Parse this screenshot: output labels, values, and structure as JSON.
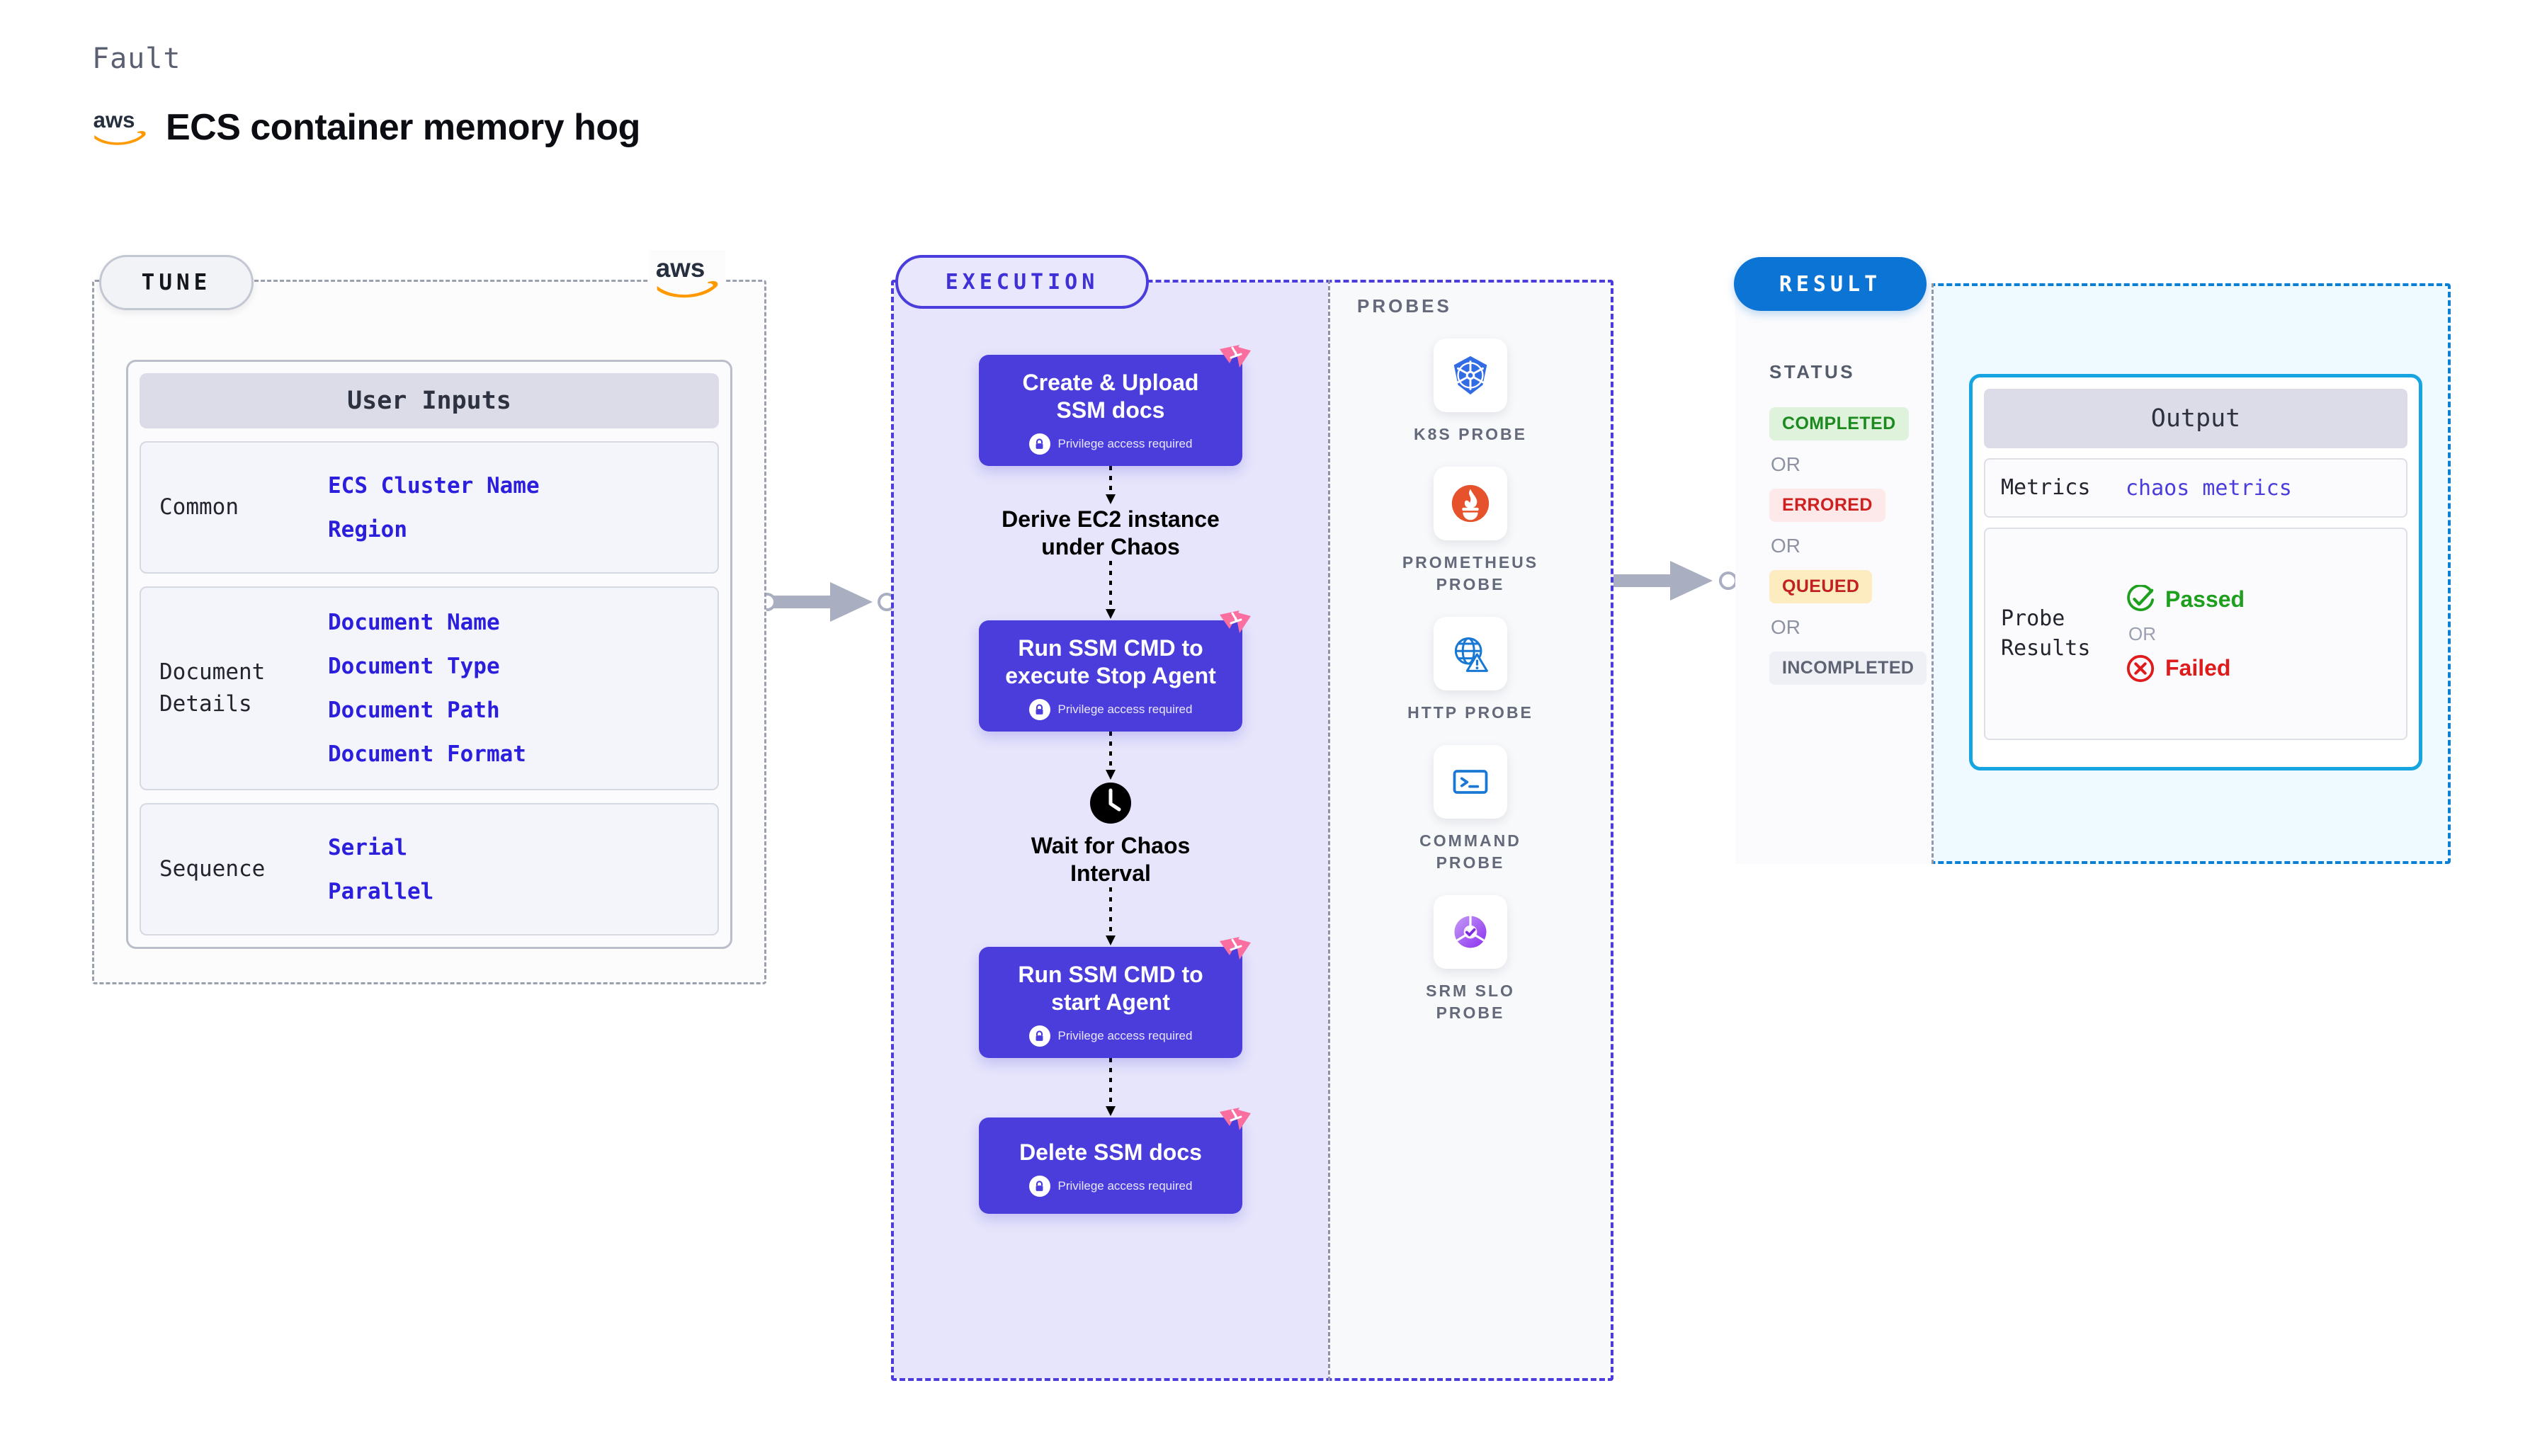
{
  "header": {
    "kicker": "Fault",
    "title": "ECS container memory hog",
    "aws_logo_alt": "aws-logo"
  },
  "tune": {
    "badge": "TUNE",
    "aws_logo_alt": "aws-logo",
    "user_inputs_title": "User Inputs",
    "groups": [
      {
        "label": "Common",
        "values": [
          "ECS Cluster Name",
          "Region"
        ]
      },
      {
        "label": "Document\nDetails",
        "values": [
          "Document Name",
          "Document Type",
          "Document Path",
          "Document Format"
        ]
      },
      {
        "label": "Sequence",
        "values": [
          "Serial",
          "Parallel"
        ]
      }
    ]
  },
  "execution": {
    "badge": "EXECUTION",
    "privilege_note": "Privilege access required",
    "steps": [
      {
        "type": "node",
        "title": "Create & Upload\nSSM docs",
        "privileged": true,
        "flagged": true
      },
      {
        "type": "text",
        "title": "Derive EC2 instance\nunder Chaos"
      },
      {
        "type": "node",
        "title": "Run SSM CMD to\nexecute Stop Agent",
        "privileged": true,
        "flagged": true
      },
      {
        "type": "clock",
        "title": "Wait for Chaos\nInterval"
      },
      {
        "type": "node",
        "title": "Run SSM CMD to\nstart Agent",
        "privileged": true,
        "flagged": true
      },
      {
        "type": "node",
        "title": "Delete SSM docs",
        "privileged": true,
        "flagged": true
      }
    ],
    "probes_label": "PROBES",
    "probes": [
      {
        "name": "K8S PROBE",
        "icon": "kubernetes-icon"
      },
      {
        "name": "PROMETHEUS PROBE",
        "icon": "prometheus-icon"
      },
      {
        "name": "HTTP PROBE",
        "icon": "globe-warning-icon"
      },
      {
        "name": "COMMAND PROBE",
        "icon": "terminal-icon"
      },
      {
        "name": "SRM SLO PROBE",
        "icon": "slo-donut-icon"
      }
    ]
  },
  "result": {
    "badge": "RESULT",
    "status_label": "STATUS",
    "or_text": "OR",
    "statuses": [
      {
        "label": "COMPLETED",
        "bg": "#dff3dc",
        "color": "#1d8a20"
      },
      {
        "label": "ERRORED",
        "bg": "#fde9e9",
        "color": "#cf2020"
      },
      {
        "label": "QUEUED",
        "bg": "#fcecc0",
        "color": "#c22121"
      },
      {
        "label": "INCOMPLETED",
        "bg": "#eef0f5",
        "color": "#5d6372"
      }
    ],
    "output": {
      "title": "Output",
      "metrics_label": "Metrics",
      "metrics_value": "chaos metrics",
      "probe_results_label": "Probe\nResults",
      "passed_label": "Passed",
      "failed_label": "Failed",
      "or_text": "OR",
      "passed_color": "#1ea01e",
      "failed_color": "#e01b1b"
    }
  },
  "colors": {
    "indigo": "#4b3ddb",
    "pink_flag": "#fa6fa0",
    "result_blue": "#0c74d4",
    "output_border": "#16a5e0",
    "link_blue": "#2b1fdd"
  }
}
